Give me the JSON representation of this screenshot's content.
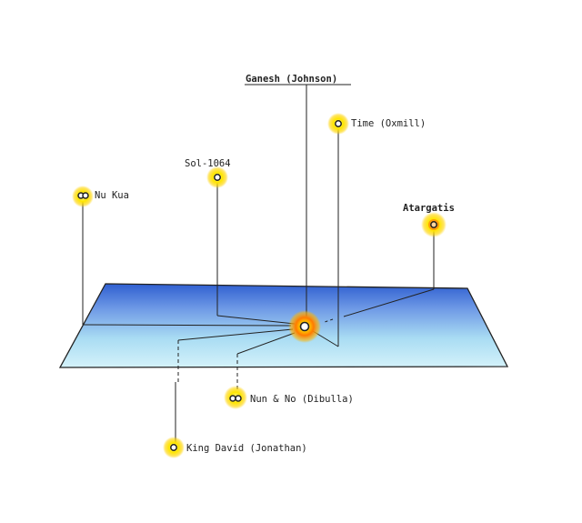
{
  "stars": {
    "ganesh": "Ganesh (Johnson)",
    "time": "Time (Oxmill)",
    "sol": "Sol-1064",
    "nukua": "Nu Kua",
    "atargatis": "Atargatis",
    "nun": "Nun & No (Dibulla)",
    "king": "King David (Jonathan)"
  },
  "colors": {
    "plane_top": "#2f5fd0",
    "plane_bottom": "#bfe9f6",
    "glow_yellow": "#ffe600",
    "glow_orange": "#ff7a00",
    "line": "#222222"
  }
}
